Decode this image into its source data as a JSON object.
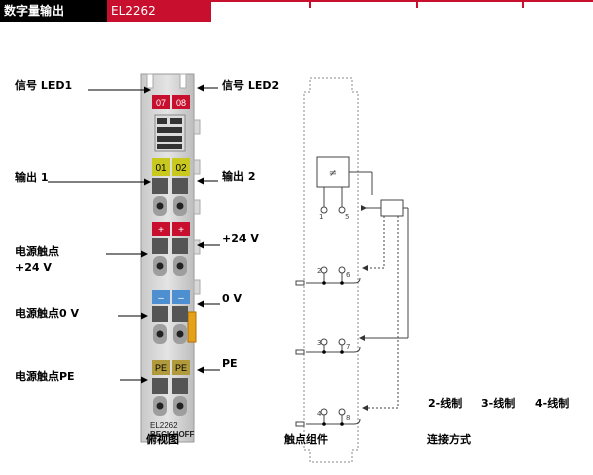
{
  "header": {
    "title": "数字量输出",
    "model": "EL2262"
  },
  "terminal": {
    "leds_top": [
      "07",
      "08"
    ],
    "leds_out": [
      "01",
      "02"
    ],
    "plus_sign": "+",
    "minus_sign": "–",
    "pe_label": "PE",
    "model": "EL2262",
    "brand": "BECKHOFF"
  },
  "labels": {
    "signal_led1": "信号 LED1",
    "signal_led2": "信号 LED2",
    "output1": "输出 1",
    "output2": "输出 2",
    "power_24v_a": "电源触点",
    "power_24v_b": "+24 V",
    "plus24v": "+24 V",
    "power_0v": "电源触点0 V",
    "zero_v": "0 V",
    "power_pe": "电源触点PE",
    "pe": "PE"
  },
  "schematic": {
    "ic_text": "≠",
    "pins": [
      "1",
      "5",
      "2",
      "6",
      "3",
      "7",
      "4",
      "8"
    ]
  },
  "wiring": [
    "2-线制",
    "3-线制",
    "4-线制"
  ],
  "captions": {
    "top_view": "俯视图",
    "contacts": "触点组件",
    "connection": "连接方式"
  }
}
